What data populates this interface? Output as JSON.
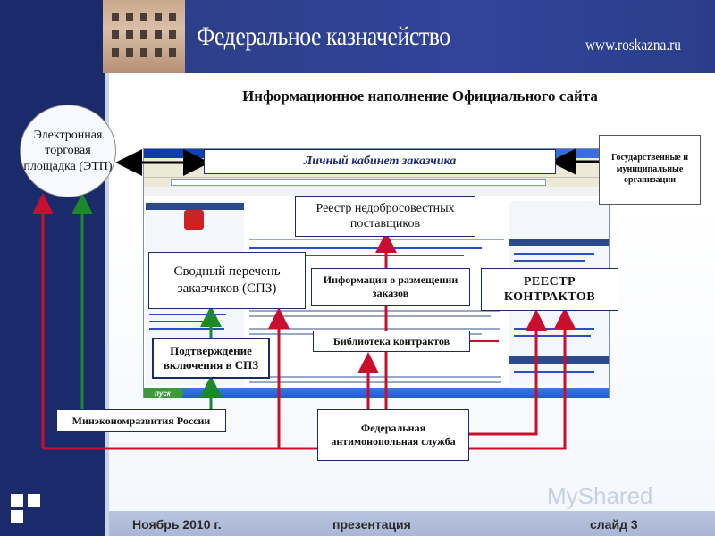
{
  "header": {
    "brand": "Федеральное казначейство",
    "url": "www.roskazna.ru"
  },
  "title": "Информационное наполнение Официального сайта",
  "nodes": {
    "etp": "Электронная торговая площадка (ЭТП)",
    "personal_cabinet": "Личный кабинет заказчика",
    "gov_orgs": "Государственные и муниципальные организации",
    "unfair_suppliers": "Реестр недобросовестных поставщиков",
    "consolidated_list": "Сводный перечень заказчиков (СПЗ)",
    "order_info": "Информация о размещении заказов",
    "contracts_registry": "РЕЕСТР КОНТРАКТОВ",
    "confirmation": "Подтверждение включения в СПЗ",
    "contracts_library": "Библиотека контрактов",
    "minek": "Минэкономразвития России",
    "fas": "Федеральная антимонопольная служба"
  },
  "browser": {
    "start_button": "пуск"
  },
  "colors": {
    "dark_blue": "#1b2a6b",
    "red_arrow": "#c8102e",
    "green_arrow": "#1a8a2a"
  },
  "footer": {
    "date": "Ноябрь 2010 г.",
    "type": "презентация",
    "slide": "слайд 3"
  },
  "watermark": "MyShared"
}
